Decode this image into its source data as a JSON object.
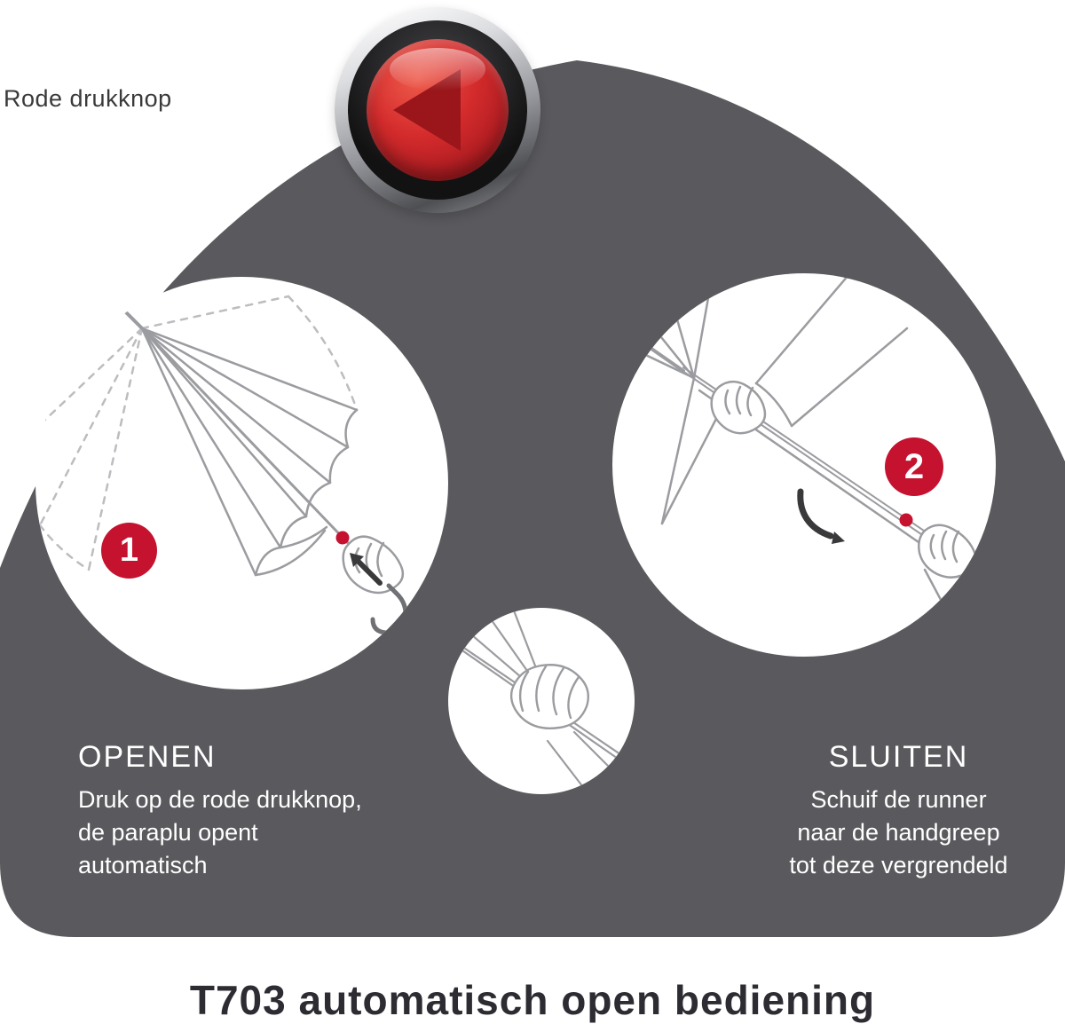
{
  "colors": {
    "background": "#ffffff",
    "blob_gray": "#5a5a5e",
    "accent_red": "#c4122f",
    "button_red": "#d42b2c",
    "button_triangle_red": "#9a161b",
    "line_gray": "#9b9ca0",
    "arrow_dark": "#39393b",
    "label_dark": "#3a3a3c",
    "footer_dark": "#2c2c32",
    "text_white": "#ffffff"
  },
  "top_label": "Rode drukknop",
  "steps": [
    {
      "badge": "1",
      "title": "OPENEN",
      "body": "Druk op de rode drukknop,\nde paraplu opent\nautomatisch"
    },
    {
      "badge": "2",
      "title": "SLUITEN",
      "body": "Schuif de runner\nnaar de handgreep\ntot deze vergrendeld"
    }
  ],
  "footer_title": "T703 automatisch open bediening",
  "icons": {
    "button_triangle": "triangle-left",
    "step1_arrow": "arrow-up-left",
    "step2_arrow": "arrow-down-right"
  }
}
